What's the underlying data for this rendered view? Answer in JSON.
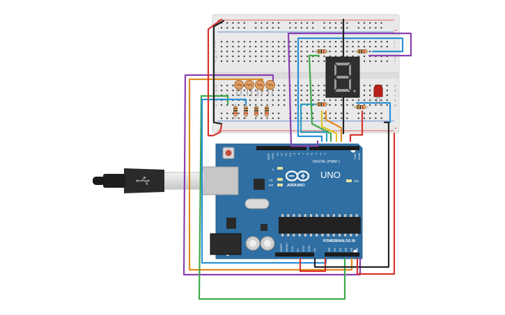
{
  "board": {
    "logo": "ARDUINO",
    "model": "UNO",
    "digital_label": "DIGITAL (PWM~)",
    "power_label": "POWER",
    "analog_label": "ANALOG IN",
    "aref_label": "AREF",
    "gnd_label": "GND",
    "on_label": "ON",
    "l_label": "L",
    "tx_label": "TX",
    "rx_label": "RX",
    "txrx_labels": [
      "TX▸1",
      "RX◂0"
    ],
    "digital_pins": [
      "13",
      "12",
      "~11",
      "~10",
      "~9",
      "8",
      "7",
      "~6",
      "~5",
      "4",
      "~3",
      "2"
    ],
    "power_pins": [
      "IOREF",
      "RESET",
      "3.3V",
      "5V",
      "GND",
      "GND",
      "Vin"
    ],
    "analog_pins": [
      "A0",
      "A1",
      "A2",
      "A3",
      "A4",
      "A5"
    ]
  },
  "breadboard": {
    "row_letters_top": [
      "j",
      "i",
      "h",
      "g",
      "f"
    ],
    "row_letters_bottom": [
      "e",
      "d",
      "c",
      "b",
      "a"
    ],
    "rail_plus": "+",
    "rail_minus": "-"
  },
  "colors": {
    "board": "#2f6fa3",
    "wire_red": "#d8322b",
    "wire_black": "#222222",
    "wire_purple": "#8a3fb0",
    "wire_orange": "#e08a1e",
    "wire_green": "#3ea84a",
    "wire_blue": "#2a8fd6",
    "wire_yellow": "#e0c21e",
    "led_red": "#b8201a"
  },
  "components": {
    "usb_cable_icon": "usb-icon",
    "seven_segment_digit": "8"
  }
}
